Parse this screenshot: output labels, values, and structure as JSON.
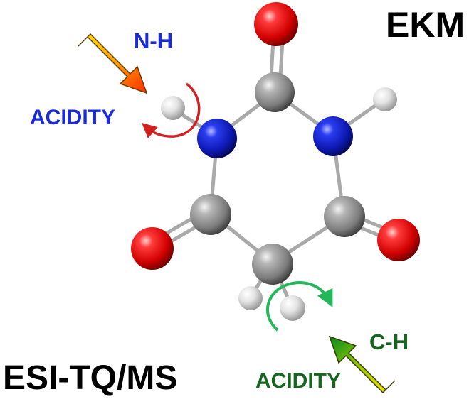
{
  "labels": {
    "ekm": "EKM",
    "nh": "N-H",
    "acidity_top": "ACIDITY",
    "ch": "C-H",
    "acidity_bottom": "ACIDITY",
    "method": "ESI-TQ/MS"
  },
  "colors": {
    "ekm": "#000000",
    "nh": "#1a2bd8",
    "acidity_top": "#1a2bd8",
    "ch": "#17661f",
    "acidity_bottom": "#17661f",
    "method": "#000000",
    "oxygen": "#e10000",
    "nitrogen": "#0d1ab8",
    "carbon": "#8c8c8c",
    "hydrogen": "#e6e6e6",
    "bond": "#a9a9a9",
    "nh_rotation_arrow": "#d41f1f",
    "ch_rotation_arrow": "#22b85a"
  },
  "molecule": {
    "atoms": [
      {
        "element": "O"
      },
      {
        "element": "C"
      },
      {
        "element": "N"
      },
      {
        "element": "N"
      },
      {
        "element": "H"
      },
      {
        "element": "H"
      },
      {
        "element": "C"
      },
      {
        "element": "C"
      },
      {
        "element": "O"
      },
      {
        "element": "O"
      },
      {
        "element": "C"
      },
      {
        "element": "H"
      },
      {
        "element": "H"
      }
    ]
  }
}
